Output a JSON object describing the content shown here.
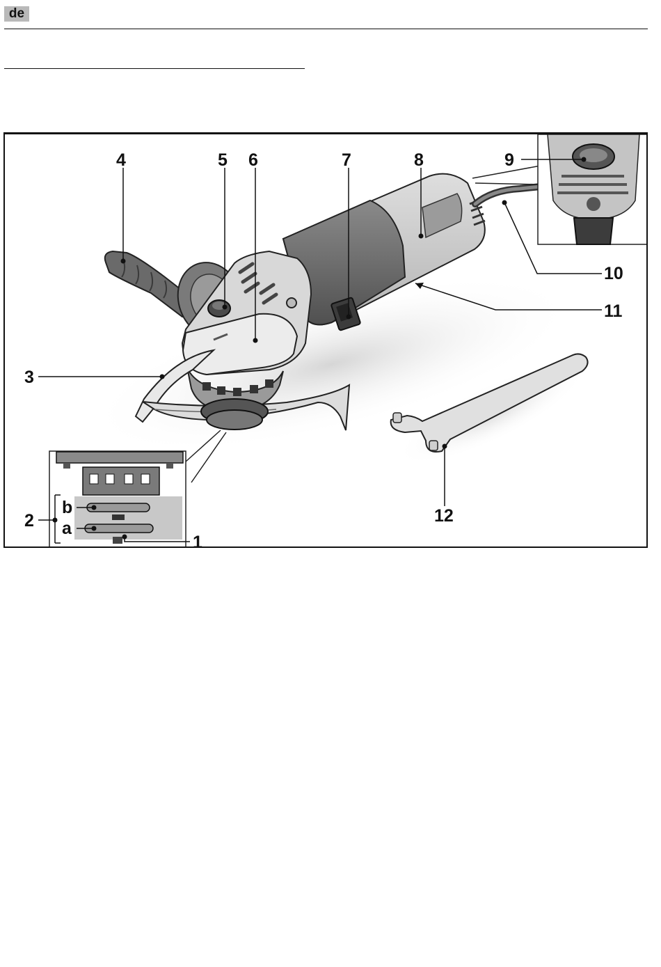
{
  "header": {
    "language_code": "de"
  },
  "figure": {
    "callouts": {
      "c1": "1",
      "c2": "2",
      "c3": "3",
      "c4": "4",
      "c5": "5",
      "c6": "6",
      "c7": "7",
      "c8": "8",
      "c9": "9",
      "c10": "10",
      "c11": "11",
      "c12": "12",
      "ca": "a",
      "cb": "b"
    }
  }
}
